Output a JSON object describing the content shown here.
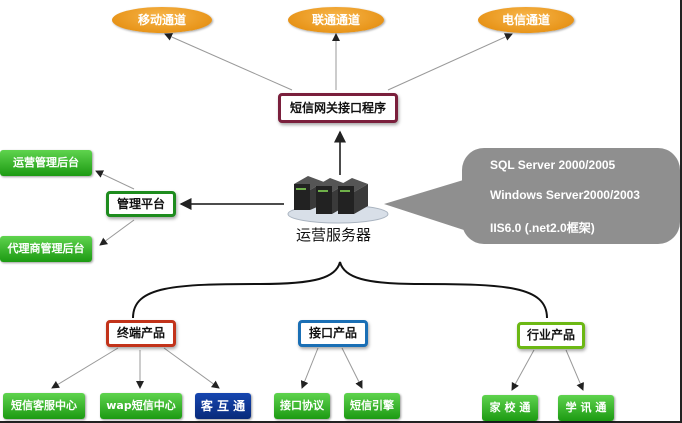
{
  "carriers": [
    "移动通道",
    "联通通道",
    "电信通道"
  ],
  "gateway": "短信网关接口程序",
  "management": "管理平台",
  "side_platforms": [
    "运营管理后台",
    "代理商管理后台"
  ],
  "server": "运营服务器",
  "server_specs": [
    "SQL Server 2000/2005",
    "Windows Server2000/2003",
    "IIS6.0 (.net2.0框架)"
  ],
  "products": {
    "terminal": "终端产品",
    "interface": "接口产品",
    "industry": "行业产品"
  },
  "leaves": {
    "terminal": [
      "短信客服中心",
      "wap短信中心",
      "客 互 通"
    ],
    "interface": [
      "接口协议",
      "短信引擎"
    ],
    "industry": [
      "家 校 通",
      "学 讯 通"
    ]
  },
  "colors": {
    "carrier_orange": "#e8951a",
    "green": "#1c9a12",
    "dark_blue": "#082a7a",
    "gray_bubble": "#8f8f8f"
  }
}
